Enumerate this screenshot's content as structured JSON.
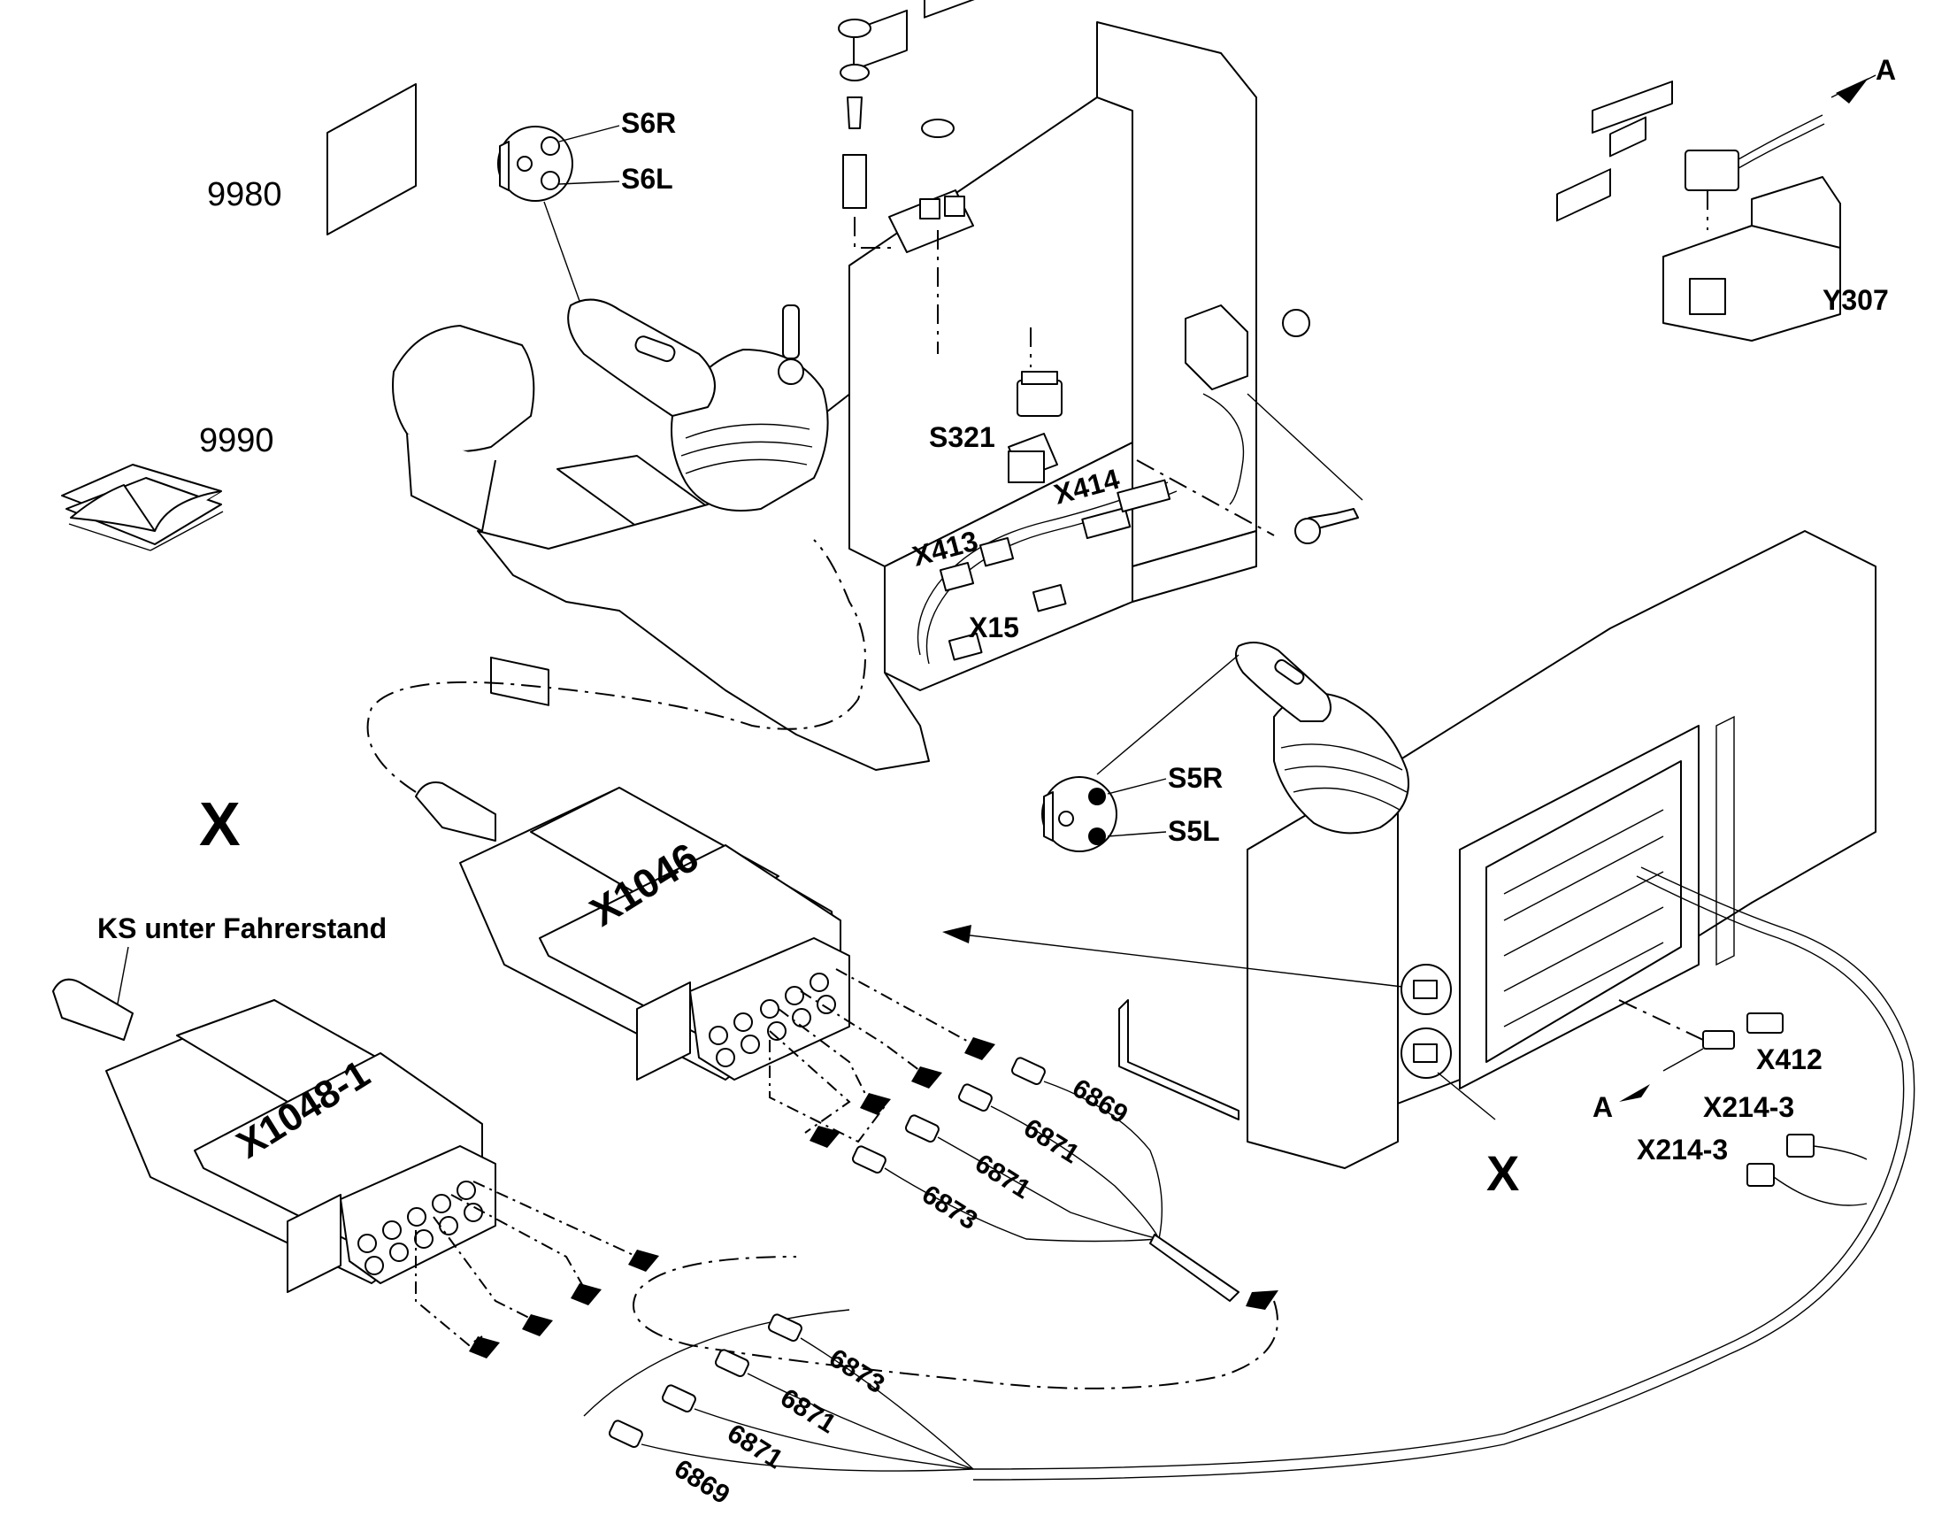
{
  "labels": {
    "doc_9980": "9980",
    "doc_9990": "9990",
    "s6r": "S6R",
    "s6l": "S6L",
    "s321": "S321",
    "x413": "X413",
    "x414": "X414",
    "x15": "X15",
    "s5r": "S5R",
    "s5l": "S5L",
    "y307": "Y307",
    "a_top": "A",
    "a_bottom": "A",
    "x412": "X412",
    "x214_3_a": "X214-3",
    "x214_3_b": "X214-3",
    "x_big_left": "X",
    "x_big_right": "X",
    "ks_label": "KS unter Fahrerstand",
    "x1046": "X1046",
    "x1048_1": "X1048-1"
  },
  "pins_upper": [
    "6869",
    "6871",
    "6871",
    "6873"
  ],
  "pins_lower": [
    "6873",
    "6871",
    "6871",
    "6869"
  ]
}
